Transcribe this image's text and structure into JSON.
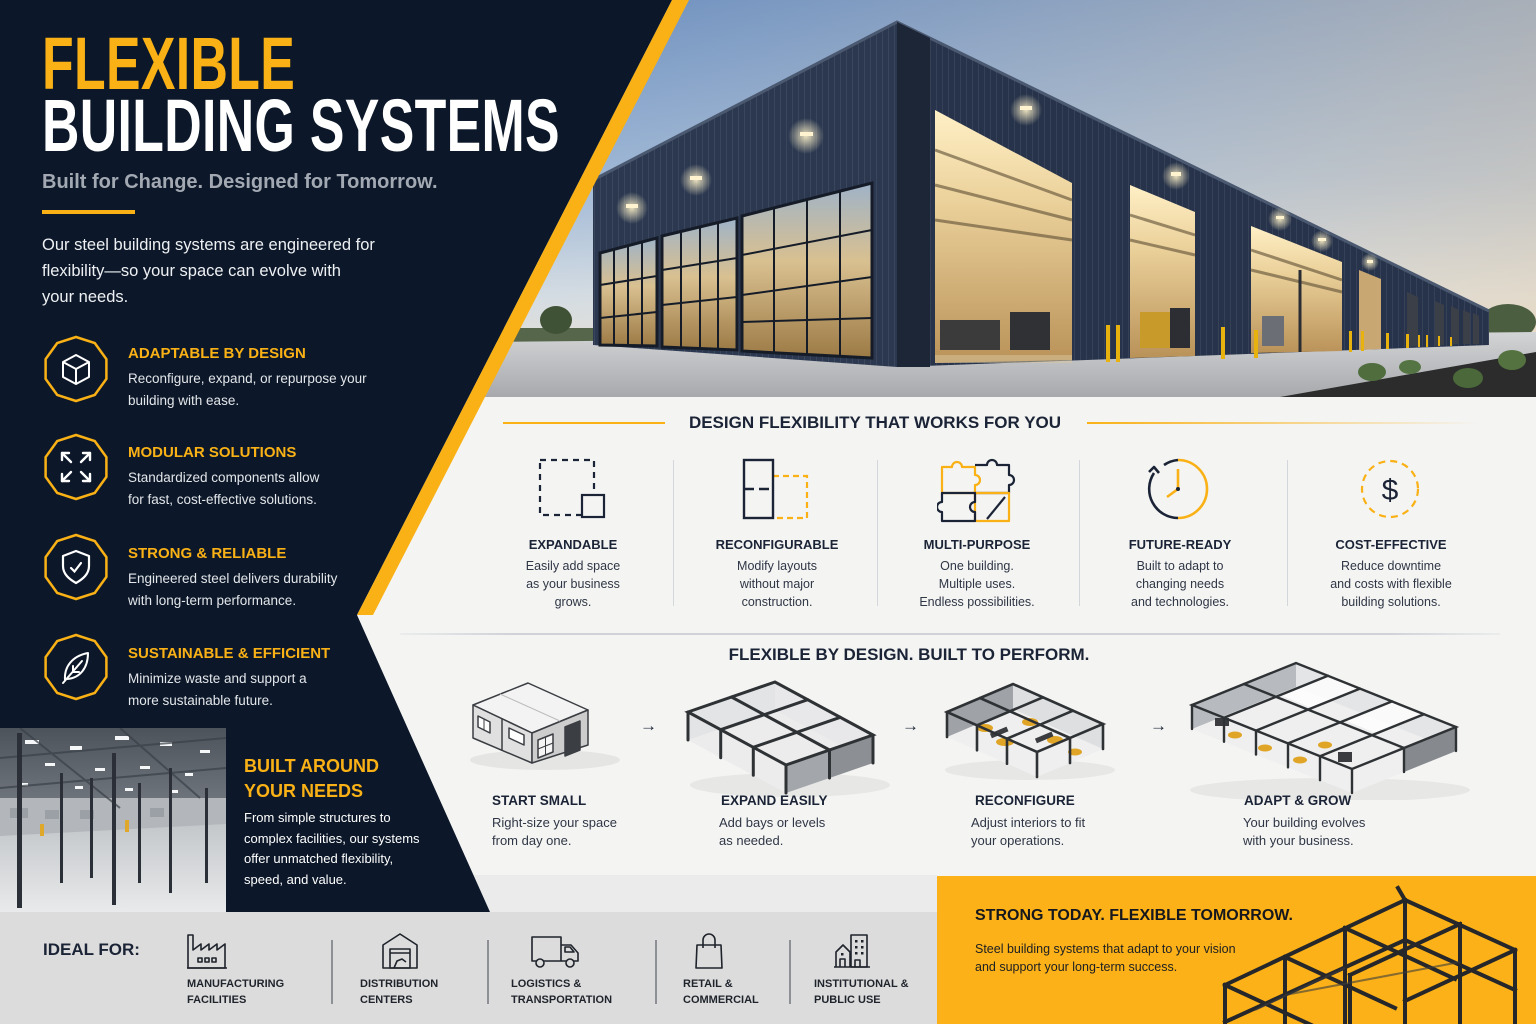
{
  "colors": {
    "navy": "#0c1829",
    "yellow": "#f9b116",
    "light_bg": "#f4f4f3",
    "bottom_bar": "#dcdcdc",
    "text_dark": "#1b2436"
  },
  "header": {
    "title_line1": "FLEXIBLE",
    "title_line2": "BUILDING SYSTEMS",
    "tagline": "Built for Change. Designed for Tomorrow.",
    "intro_lines": [
      "Our steel building systems are engineered for",
      "flexibility—so your space can evolve with",
      "your needs."
    ]
  },
  "features": [
    {
      "icon": "cube-icon",
      "title": "ADAPTABLE BY DESIGN",
      "desc_lines": [
        "Reconfigure, expand, or repurpose your",
        "building with ease."
      ]
    },
    {
      "icon": "expand-arrows-icon",
      "title": "MODULAR SOLUTIONS",
      "desc_lines": [
        "Standardized components allow",
        "for fast, cost-effective solutions."
      ]
    },
    {
      "icon": "shield-check-icon",
      "title": "STRONG & RELIABLE",
      "desc_lines": [
        "Engineered steel delivers durability",
        "with long-term performance."
      ]
    },
    {
      "icon": "leaf-icon",
      "title": "SUSTAINABLE & EFFICIENT",
      "desc_lines": [
        "Minimize waste and support a",
        "more sustainable future."
      ]
    }
  ],
  "built_around": {
    "title_lines": [
      "BUILT AROUND",
      "YOUR NEEDS"
    ],
    "body_lines": [
      "From simple structures to",
      "complex facilities, our systems",
      "offer unmatched flexibility,",
      "speed, and value."
    ]
  },
  "design_flexibility": {
    "title": "DESIGN FLEXIBILITY THAT WORKS FOR YOU",
    "items": [
      {
        "icon": "expand-square-icon",
        "title": "EXPANDABLE",
        "desc_lines": [
          "Easily add space",
          "as your business",
          "grows."
        ]
      },
      {
        "icon": "reconfigure-layout-icon",
        "title": "RECONFIGURABLE",
        "desc_lines": [
          "Modify layouts",
          "without major",
          "construction."
        ]
      },
      {
        "icon": "puzzle-icon",
        "title": "MULTI-PURPOSE",
        "desc_lines": [
          "One building.",
          "Multiple uses.",
          "Endless possibilities."
        ]
      },
      {
        "icon": "clock-refresh-icon",
        "title": "FUTURE-READY",
        "desc_lines": [
          "Built to adapt to",
          "changing needs",
          "and technologies."
        ]
      },
      {
        "icon": "dollar-icon",
        "symbol": "$",
        "title": "COST-EFFECTIVE",
        "desc_lines": [
          "Reduce downtime",
          "and costs with flexible",
          "building solutions."
        ]
      }
    ]
  },
  "perform": {
    "title": "FLEXIBLE BY DESIGN. BUILT TO PERFORM.",
    "arrow": "→",
    "steps": [
      {
        "title": "START SMALL",
        "desc_lines": [
          "Right-size your space",
          "from day one."
        ]
      },
      {
        "title": "EXPAND EASILY",
        "desc_lines": [
          "Add bays or levels",
          "as needed."
        ]
      },
      {
        "title": "RECONFIGURE",
        "desc_lines": [
          "Adjust interiors to fit",
          "your operations."
        ]
      },
      {
        "title": "ADAPT & GROW",
        "desc_lines": [
          "Your building evolves",
          "with your business."
        ]
      }
    ]
  },
  "ideal_for": {
    "label": "IDEAL FOR:",
    "items": [
      {
        "icon": "factory-icon",
        "label_lines": [
          "MANUFACTURING",
          "FACILITIES"
        ]
      },
      {
        "icon": "warehouse-icon",
        "label_lines": [
          "DISTRIBUTION",
          "CENTERS"
        ]
      },
      {
        "icon": "truck-icon",
        "label_lines": [
          "LOGISTICS &",
          "TRANSPORTATION"
        ]
      },
      {
        "icon": "shopping-bag-icon",
        "label_lines": [
          "RETAIL &",
          "COMMERCIAL"
        ]
      },
      {
        "icon": "city-buildings-icon",
        "label_lines": [
          "INSTITUTIONAL &",
          "PUBLIC USE"
        ]
      }
    ]
  },
  "cta": {
    "title": "STRONG TODAY. FLEXIBLE TOMORROW.",
    "body_lines": [
      "Steel building systems that adapt to your vision",
      "and support your long-term success."
    ]
  }
}
